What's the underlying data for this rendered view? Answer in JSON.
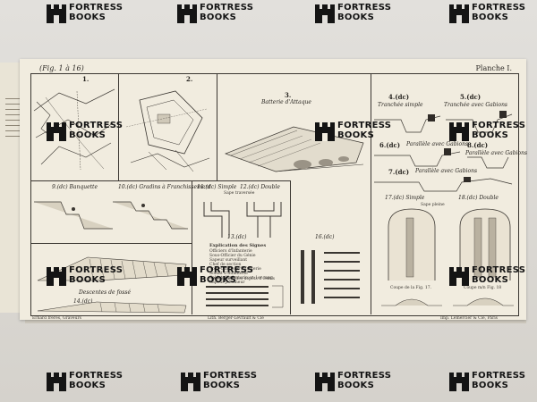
{
  "plate": {
    "fig_range": "(Fig. 1 à 16)",
    "title": "Planche I."
  },
  "figures": {
    "f1": "1.",
    "f2": "2.",
    "f3_num": "3.",
    "f3_title": "Batterie d'Attaque",
    "f4_num": "4.(dc)",
    "f4_title": "Tranchée simple",
    "f5_num": "5.(dc)",
    "f5_title": "Tranchée avec Gabions",
    "f6_num": "6.(dc)",
    "f6_title": "Parallèle avec Gabions",
    "f7_num": "7.(dc)",
    "f7_title": "Parallèle avec Gabions",
    "f8_num": "8.(dc)",
    "f8_title": "Parallèle avec Gabions",
    "f9": "9.(dc) Banquette",
    "f10": "10.(dc) Gradins à Franchissement",
    "f11": "11.(dc) Simple",
    "f12": "12.(dc) Double",
    "sape_traversee": "Sape traversée",
    "f13": "13.(dc)",
    "f13_sub": "Installation des dépôts d'Outils",
    "f14": "14.(dc)",
    "f16": "16.(dc)",
    "f17": "17.(dc) Simple",
    "f18": "18.(dc) Double",
    "sape_pleine": "Sape pleine",
    "descentes": "Descentes de fossé",
    "coupe17": "Coupe de la Fig. 17.",
    "coupe18": "Coupe m/n Fig. 18",
    "legend_title": "Explication des Signes",
    "legend_items": [
      "Officiers d'Infanterie",
      "Sous-Officier du Génie",
      "Sapeur surveillant",
      "Chef de section",
      "Sous-Officier d'Infanterie",
      "Soldat d'Infanterie",
      "Soldat d'Infanterie en 1er rang",
      "Sapeur jalonneur"
    ],
    "footer_left": "Erhard frères, Graveurs",
    "footer_mid": "Lith. Berger-Levrault & Cie",
    "footer_right": "Imp. Lemercier & Cie, Paris"
  },
  "watermark": {
    "line1": "FORTRESS",
    "line2": "BOOKS"
  }
}
